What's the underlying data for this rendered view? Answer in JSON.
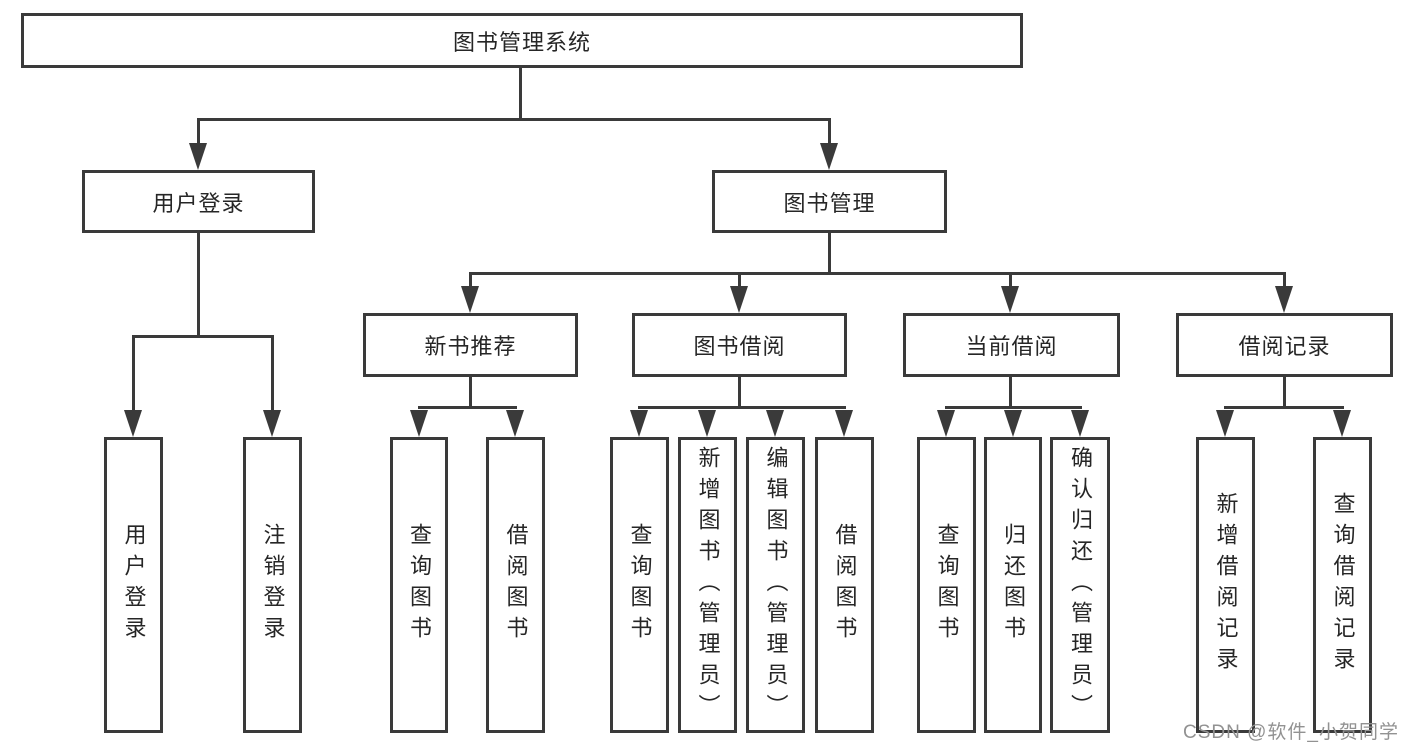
{
  "diagram": {
    "type": "tree",
    "title": "图书管理系统",
    "colors": {
      "line": "#3a3a3a",
      "border": "#3a3a3a",
      "text": "#262626",
      "background": "#ffffff",
      "watermark_gray": "#929292"
    },
    "nodes": {
      "root": "图书管理系统",
      "level2": [
        "用户登录",
        "图书管理"
      ],
      "level3": [
        "新书推荐",
        "图书借阅",
        "当前借阅",
        "借阅记录"
      ],
      "leaves": {
        "user_login": [
          "用户登录",
          "注销登录"
        ],
        "new_books": [
          "查询图书",
          "借阅图书"
        ],
        "book_borrow": [
          "查询图书",
          "新增图书（管理员）",
          "编辑图书（管理员）",
          "借阅图书"
        ],
        "current_borrow": [
          "查询图书",
          "归还图书",
          "确认归还（管理员）"
        ],
        "borrow_records": [
          "新增借阅记录",
          "查询借阅记录"
        ]
      }
    },
    "edges": [
      [
        "图书管理系统",
        "用户登录"
      ],
      [
        "图书管理系统",
        "图书管理"
      ],
      [
        "用户登录",
        "用户登录"
      ],
      [
        "用户登录",
        "注销登录"
      ],
      [
        "图书管理",
        "新书推荐"
      ],
      [
        "图书管理",
        "图书借阅"
      ],
      [
        "图书管理",
        "当前借阅"
      ],
      [
        "图书管理",
        "借阅记录"
      ],
      [
        "新书推荐",
        "查询图书"
      ],
      [
        "新书推荐",
        "借阅图书"
      ],
      [
        "图书借阅",
        "查询图书"
      ],
      [
        "图书借阅",
        "新增图书（管理员）"
      ],
      [
        "图书借阅",
        "编辑图书（管理员）"
      ],
      [
        "图书借阅",
        "借阅图书"
      ],
      [
        "当前借阅",
        "查询图书"
      ],
      [
        "当前借阅",
        "归还图书"
      ],
      [
        "当前借阅",
        "确认归还（管理员）"
      ],
      [
        "借阅记录",
        "新增借阅记录"
      ],
      [
        "借阅记录",
        "查询借阅记录"
      ]
    ]
  },
  "watermark": {
    "text": "CSDN @软件_小贺同学"
  }
}
